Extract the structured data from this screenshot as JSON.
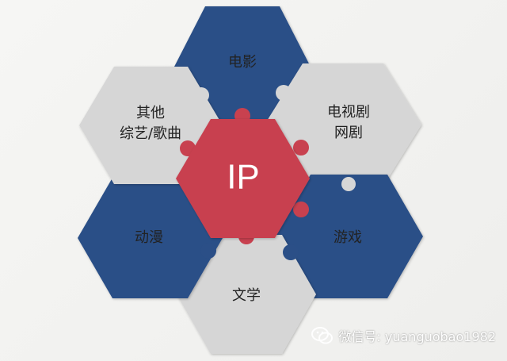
{
  "colors": {
    "blue": "#2b4f87",
    "gray": "#d6d6d6",
    "red": "#c8414f",
    "dark_text": "#222222",
    "light_text": "#ffffff"
  },
  "center": {
    "label": "IP"
  },
  "segments": [
    {
      "id": "film",
      "label": "电影",
      "color": "blue"
    },
    {
      "id": "tv",
      "label_line1": "电视剧",
      "label_line2": "网剧",
      "color": "gray"
    },
    {
      "id": "game",
      "label": "游戏",
      "color": "blue"
    },
    {
      "id": "literature",
      "label": "文学",
      "color": "gray"
    },
    {
      "id": "anime",
      "label": "动漫",
      "color": "blue"
    },
    {
      "id": "other",
      "label_line1": "其他",
      "label_line2": "综艺/歌曲",
      "color": "gray"
    }
  ],
  "watermark": {
    "icon": "wechat-icon",
    "text": "微信号: yuanguobao1982"
  }
}
